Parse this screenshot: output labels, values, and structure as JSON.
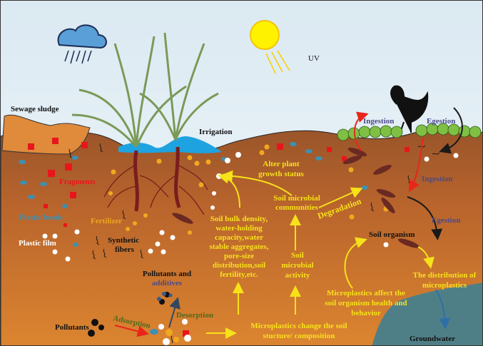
{
  "labels": {
    "uv": "UV",
    "sewage_sludge": "Sewage sludge",
    "irrigation": "Irrigation",
    "fragments": "Fragments",
    "plastic_beads": "Plastic beads",
    "plastic_film": "Plastic film",
    "fertilizer": "Fertilizer",
    "synthetic_fibers": [
      "Synthetic",
      "fibers"
    ],
    "pollutants_additives": [
      "Pollutants and",
      "additives"
    ],
    "pollutants": "Pollutants",
    "adsorption": "Adsorption",
    "desorption": "Desorption",
    "alter_plant": [
      "Alter plant",
      "growth status"
    ],
    "soil_properties": [
      "Soil bulk density,",
      "water-holding",
      "capacity,water",
      "stable aggregates,",
      "pore-size",
      "distribution,soil",
      "fertility,etc."
    ],
    "soil_microbial_communities": [
      "Soil microbial",
      "communities"
    ],
    "soil_microbial_activity": [
      "Soil",
      "microbial",
      "activity"
    ],
    "degradation": "Degradation",
    "mp_change": [
      "Microplastics change the soil",
      "stucture/ composition"
    ],
    "ingestion_top": "Ingestion",
    "egestion_top": "Egestion",
    "ingestion_right": "Ingestion",
    "egestion_right": "Egestion",
    "soil_organism": "Soil organism",
    "mp_affect": [
      "Microplastics affect the",
      "soil organism health and",
      "behavior"
    ],
    "distribution": [
      "The distribution of",
      "microplastics"
    ],
    "groundwater": "Groundwater"
  },
  "colors": {
    "sky": "#e6f1f7",
    "soil_top": "#9c5a2c",
    "soil_bottom": "#d9822e",
    "label_yellow": "#f7e21a",
    "groundwater": "#4f7f86",
    "fragment_red": "#e8161b",
    "bead_blue": "#3f8fb0"
  }
}
